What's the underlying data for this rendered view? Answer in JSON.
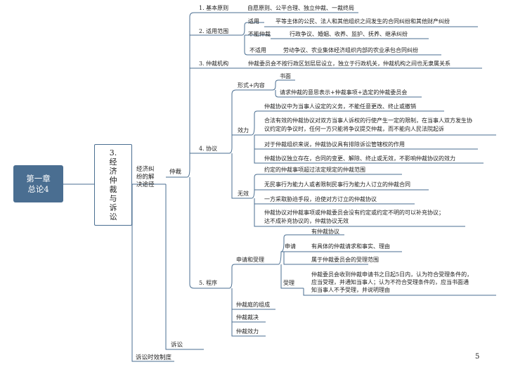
{
  "root": {
    "line1": "第一章",
    "line2": "总论4"
  },
  "topic": "3.经济仲裁与诉讼",
  "branch": {
    "l1": "经济纠",
    "l2": "纷的解",
    "l3": "决途径"
  },
  "nodes": {
    "arbitration": "仲裁",
    "litigation": "诉讼",
    "limitation": "诉讼时效制度",
    "p1": {
      "label": "1. 基本原则",
      "text": "自愿原则、公平合理、独立仲裁、一裁终局"
    },
    "p2": {
      "label": "2. 适用范围",
      "applies": "适用",
      "applies_text": "平等主体的公民、法人和其他组织之间发生的合同纠纷和其他财产纠纷",
      "cannot": "不能仲裁",
      "cannot_text": "行政争议、婚姻、收养、监护、抚养、继承纠纷",
      "notapply": "不适用",
      "notapply_text": "劳动争议、农业集体经济组织内部的农业承包合同纠纷"
    },
    "p3": {
      "label": "3. 仲裁机构",
      "text": "仲裁委员会不按行政区划层层设立，独立于行政机关，仲裁机构之间也无隶属关系"
    },
    "p4": {
      "label": "4. 协议",
      "form": "形式+内容",
      "written": "书面",
      "contents": "请求仲裁的意思表示+仲裁事项+选定的仲裁委员会",
      "effect": "效力",
      "e1": "仲裁协议中为当事人设定的义务，不能任意更改、终止或撤销",
      "e2a": "合法有效的仲裁协议对双方当事人诉权的行使产生一定的限制，在当事人双方发生协",
      "e2b": "议约定的争议时，任何一方只能将争议提交仲裁，而不能向人民法院起诉",
      "e3": "对于仲裁组织来说，仲裁协议具有排除诉讼管辖权的作用",
      "e4": "仲裁协议独立存在，合同的变更、解除、终止或无效，不影响仲裁协议的效力",
      "invalid": "无效",
      "i1": "约定的仲裁事项超过法定规定的仲裁范围",
      "i2": "无民事行为能力人或者限制民事行为能力人订立的仲裁合同",
      "i3": "一方采取胁迫手段，迫使对方订立的仲裁协议",
      "i4a": "仲裁协议对仲裁事项或仲裁委员会没有约定或约定不明的可以补充协议；",
      "i4b": "达不成补充协议的，仲裁协议无效"
    },
    "p5": {
      "label": "5. 程序",
      "apply_accept": "申请和受理",
      "apply": "申请",
      "a1": "有仲裁协议",
      "a2": "有具体的仲裁请求和事实、理由",
      "a3": "属于仲裁委员会的受理范围",
      "accept": "受理",
      "acc_a": "仲裁委员会收到仲裁申请书之日起5日内，认为符合受理条件的，",
      "acc_b": "应当受理，并通知当事人；认为不符合受理条件的，应当书面通",
      "acc_c": "知当事人不予受理，并说明理由",
      "tribunal": "仲裁庭的组成",
      "award": "仲裁裁决",
      "validity": "仲裁效力"
    }
  },
  "page_number": "5",
  "colors": {
    "root_fill": "#4a6e91",
    "line": "#4a6e91"
  }
}
